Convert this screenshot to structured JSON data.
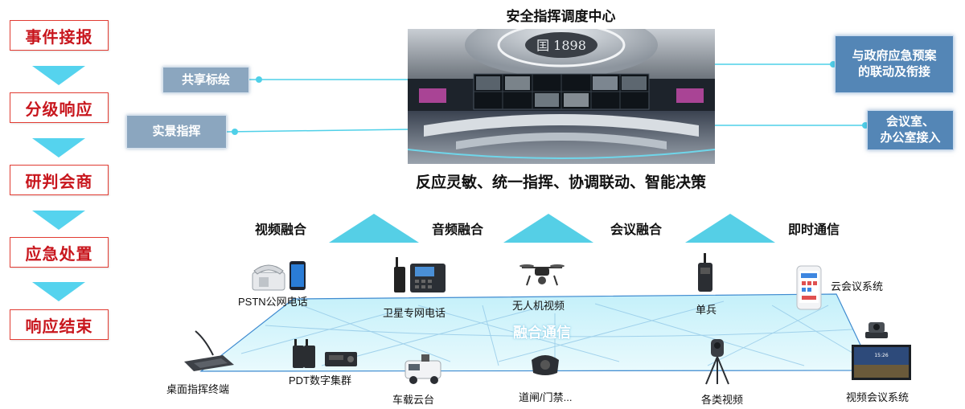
{
  "process_steps": [
    "事件接报",
    "分级响应",
    "研判会商",
    "应急处置",
    "响应结束"
  ],
  "center": {
    "title": "安全指挥调度中心",
    "subtitle": "反应灵敏、统一指挥、协调联动、智能决策"
  },
  "left_labels": [
    "共享标绘",
    "实景指挥"
  ],
  "right_labels": [
    {
      "line1": "与政府应急预案",
      "line2": "的联动及衔接"
    },
    {
      "line1": "会议室、",
      "line2": "办公室接入"
    }
  ],
  "fusion_headings": [
    "视频融合",
    "音频融合",
    "会议融合",
    "即时通信"
  ],
  "platform_label": "融合通信",
  "devices": {
    "pstn": "PSTN公网电话",
    "satellite": "卫星专网电话",
    "drone": "无人机视频",
    "soldier": "单兵",
    "cloud": "云会议系统",
    "desktop": "桌面指挥终端",
    "pdt": "PDT数字集群",
    "vehicle": "车载云台",
    "gate": "道闸/门禁...",
    "video": "各类视频",
    "videoconf": "视频会议系统"
  },
  "colors": {
    "accent_red": "#c8161d",
    "cyan": "#55d3ee",
    "label_grey": "#8ba6bf",
    "label_blue": "#5486b6"
  },
  "icons": [
    "phone-icon",
    "mobile-icon",
    "satellite-phone-icon",
    "ip-phone-icon",
    "drone-icon",
    "radio-icon",
    "app-phone-icon",
    "ptz-camera-icon",
    "tv-icon",
    "desk-mic-icon",
    "walkie-talkie-icon",
    "car-radio-icon",
    "vehicle-icon",
    "gate-device-icon",
    "tripod-camera-icon"
  ]
}
